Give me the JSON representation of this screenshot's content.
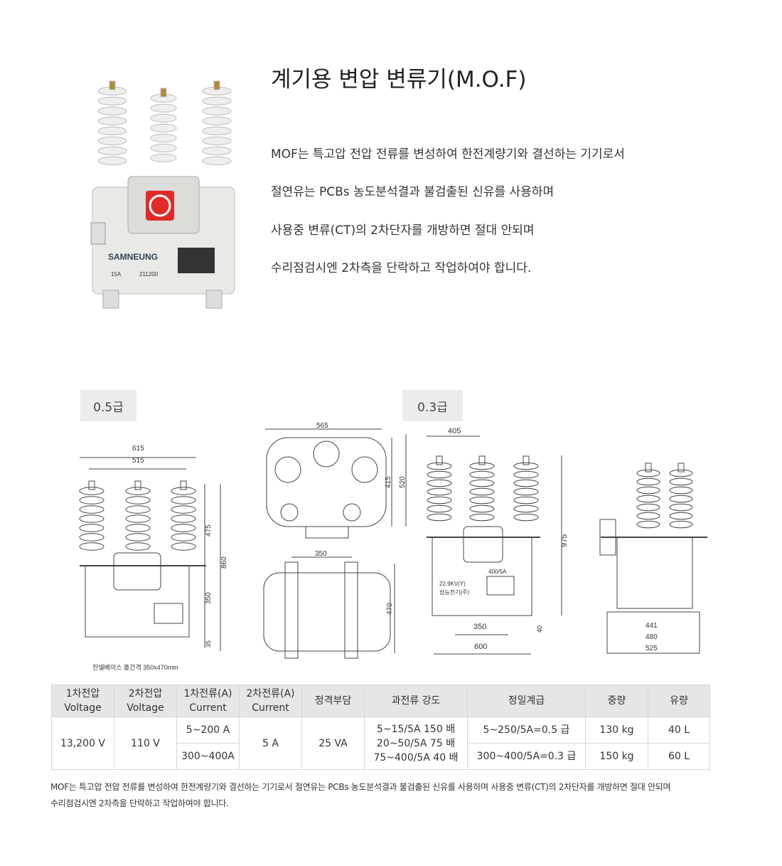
{
  "product": {
    "title": "계기용 변압 변류기(M.O.F)",
    "photo_brand": "SAMNEUNG",
    "photo_rating": "15A",
    "photo_serial": "211200",
    "description": [
      "MOF는 특고압 전압 전류를 변성하여 한전계량기와 결선하는 기기로서",
      "절연유는 PCBs 농도분석결과 불검출된 신유를 사용하며",
      "사용중 변류(CT)의 2차단자를 개방하면 절대  안되며",
      "수리점검시엔 2차측을 단락하고 작업하여야 합니다."
    ]
  },
  "tabs": [
    {
      "label": "0.5급"
    },
    {
      "label": "0.3급"
    }
  ],
  "drawings": {
    "d05_front": {
      "w615": "615",
      "w515": "515",
      "h475": "475",
      "h860": "860",
      "h350": "350",
      "h35": "35",
      "caption": "잔넬베이스 홀간격   350x470mm"
    },
    "d05_top": {
      "w565": "565",
      "h415": "415",
      "h520": "520"
    },
    "d05_base": {
      "w350": "350",
      "h470": "470"
    },
    "d03_front": {
      "w405": "405",
      "h975": "975",
      "rating": "400/5A",
      "voltage": "22.9KV(Y)",
      "maker": "삼능전기(주)",
      "w350": "350",
      "h40": "40",
      "w600": "600"
    },
    "d03_side": {
      "w441": "441",
      "w480": "480",
      "w525": "525"
    }
  },
  "spec_table": {
    "headers": [
      {
        "ko": "1차전압",
        "en": "Voltage"
      },
      {
        "ko": "2차전압",
        "en": "Voltage"
      },
      {
        "ko": "1차전류(A)",
        "en": "Current"
      },
      {
        "ko": "2차전류(A)",
        "en": "Current"
      },
      {
        "ko": "정격부담",
        "en": ""
      },
      {
        "ko": "과전류 강도",
        "en": ""
      },
      {
        "ko": "정밀계급",
        "en": ""
      },
      {
        "ko": "중량",
        "en": ""
      },
      {
        "ko": "유량",
        "en": ""
      }
    ],
    "primary_voltage": "13,200 V",
    "secondary_voltage": "110 V",
    "primary_current": [
      "5~200 A",
      "300~400A"
    ],
    "secondary_current": "5 A",
    "rated_burden": "25 VA",
    "overcurrent_strength": [
      "5~15/5A 150 배",
      "20~50/5A 75 배",
      "75~400/5A 40 배"
    ],
    "accuracy_class": [
      "5~250/5A=0.5 급",
      "300~400/5A=0.3 급"
    ],
    "weight": [
      "130 kg",
      "150 kg"
    ],
    "oil_volume": [
      "40 L",
      "60 L"
    ]
  },
  "footnote": [
    "MOF는 특고압 전압 전류를 변성하여 한전계량기와 결선하는 기기로서 절연유는 PCBs 농도분석결과 불검출된 신유를 사용하며 사용중 변류(CT)의 2차단자를 개방하면 절대 안되며",
    "수리점검시엔 2차측을 단락하고 작업하여야 합니다."
  ],
  "colors": {
    "logo_red": "#e02a2a",
    "tab_bg": "#ececec",
    "table_header_bg": "#e6e6e6"
  }
}
